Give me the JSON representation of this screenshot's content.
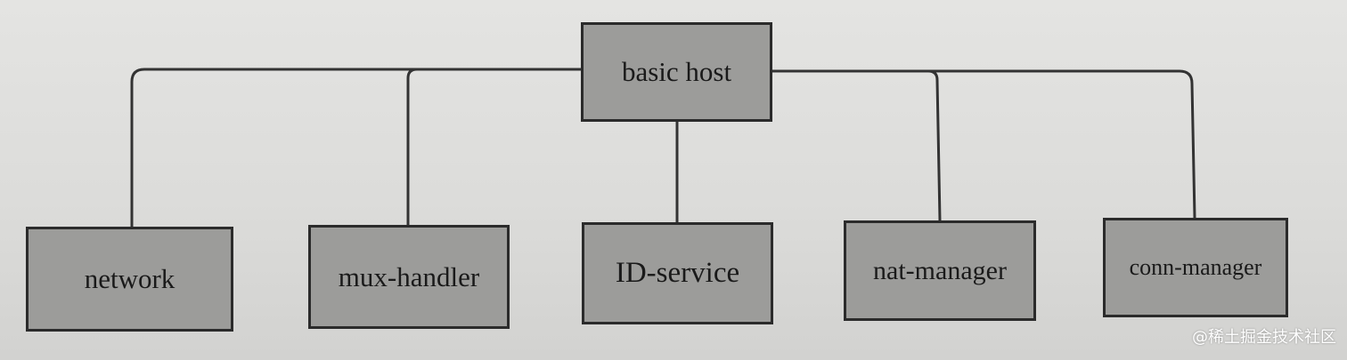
{
  "diagram": {
    "root": {
      "label": "basic host"
    },
    "children": [
      {
        "label": "network"
      },
      {
        "label": "mux-handler"
      },
      {
        "label": "ID-service"
      },
      {
        "label": "nat-manager"
      },
      {
        "label": "conn-manager"
      }
    ]
  },
  "watermark": "@稀土掘金技术社区",
  "colors": {
    "box_fill": "#9c9c9a",
    "box_border": "#2b2b2b",
    "line": "#333333",
    "paper": "#dedede"
  }
}
